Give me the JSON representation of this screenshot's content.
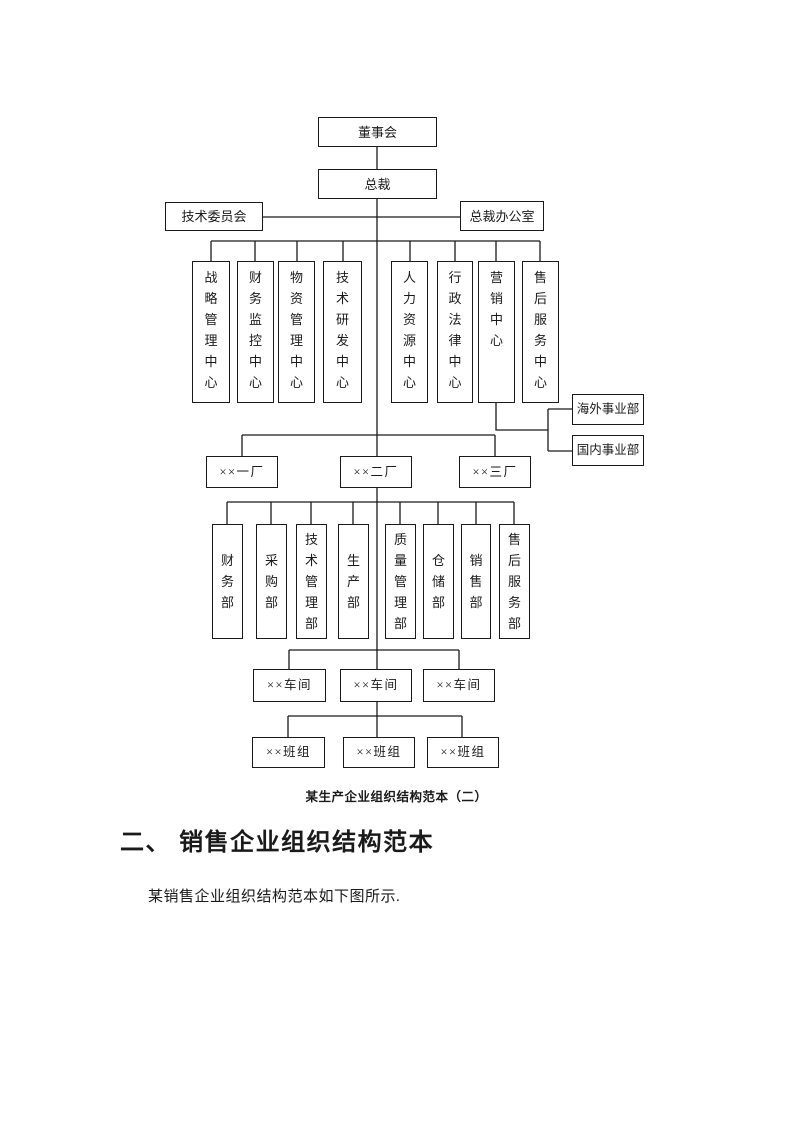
{
  "org_chart": {
    "board": "董事会",
    "president": "总裁",
    "tech_committee": "技术委员会",
    "president_office": "总裁办公室",
    "centers": [
      "战略管理中心",
      "财务监控中心",
      "物资管理中心",
      "技术研发中心",
      "人力资源中心",
      "行政法律中心",
      "营销中心",
      "售后服务中心"
    ],
    "divisions": [
      "海外事业部",
      "国内事业部"
    ],
    "factories": [
      "××一厂",
      "××二厂",
      "××三厂"
    ],
    "departments": [
      "财务部",
      "采购部",
      "技术管理部",
      "生产部",
      "质量管理部",
      "仓储部",
      "销售部",
      "售后服务部"
    ],
    "workshops": [
      "××车间",
      "××车间",
      "××车间"
    ],
    "teams": [
      "××班组",
      "××班组",
      "××班组"
    ],
    "caption": "某生产企业组织结构范本（二）"
  },
  "document": {
    "section_heading": "二、 销售企业组织结构范本",
    "body_text": "某销售企业组织结构范本如下图所示."
  },
  "colors": {
    "line": "#1a1a1a",
    "background": "#ffffff",
    "text": "#1a1a1a"
  }
}
